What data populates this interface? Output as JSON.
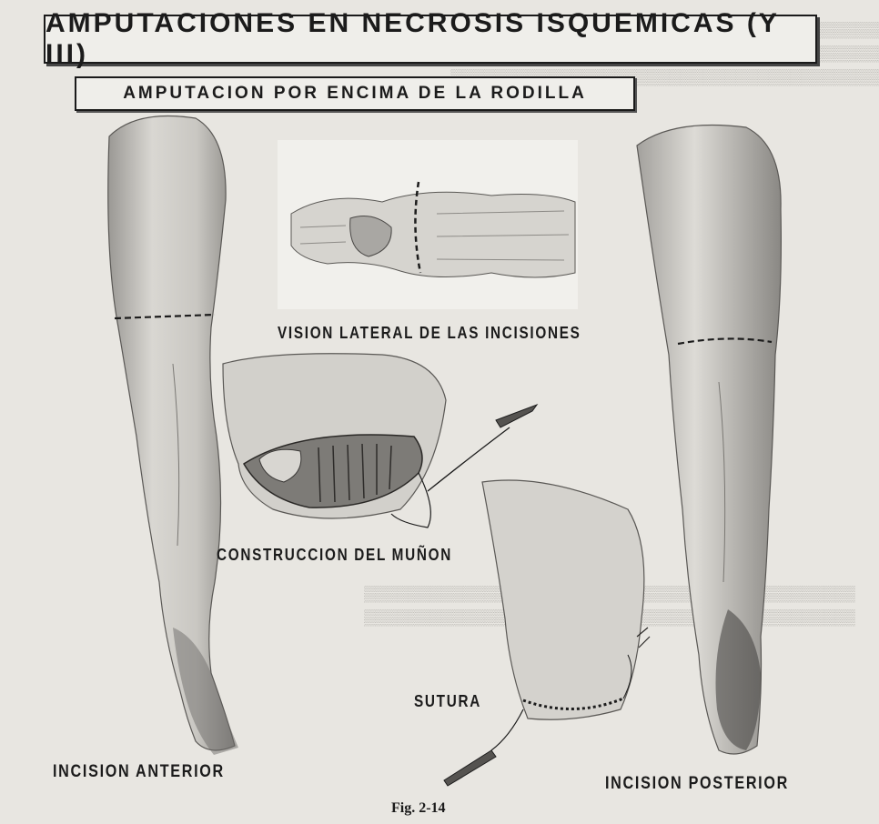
{
  "header": {
    "title": "AMPUTACIONES EN NECROSIS ISQUEMICAS (Y III)",
    "subtitle": "AMPUTACION POR ENCIMA DE LA RODILLA"
  },
  "figure": {
    "label": "Fig. 2-14",
    "captions": {
      "lateral": "VISION LATERAL DE LAS INCISIONES",
      "stump": "CONSTRUCCION DEL MUÑON",
      "suture": "SUTURA",
      "anterior": "INCISION ANTERIOR",
      "posterior": "INCISION POSTERIOR"
    }
  }
}
